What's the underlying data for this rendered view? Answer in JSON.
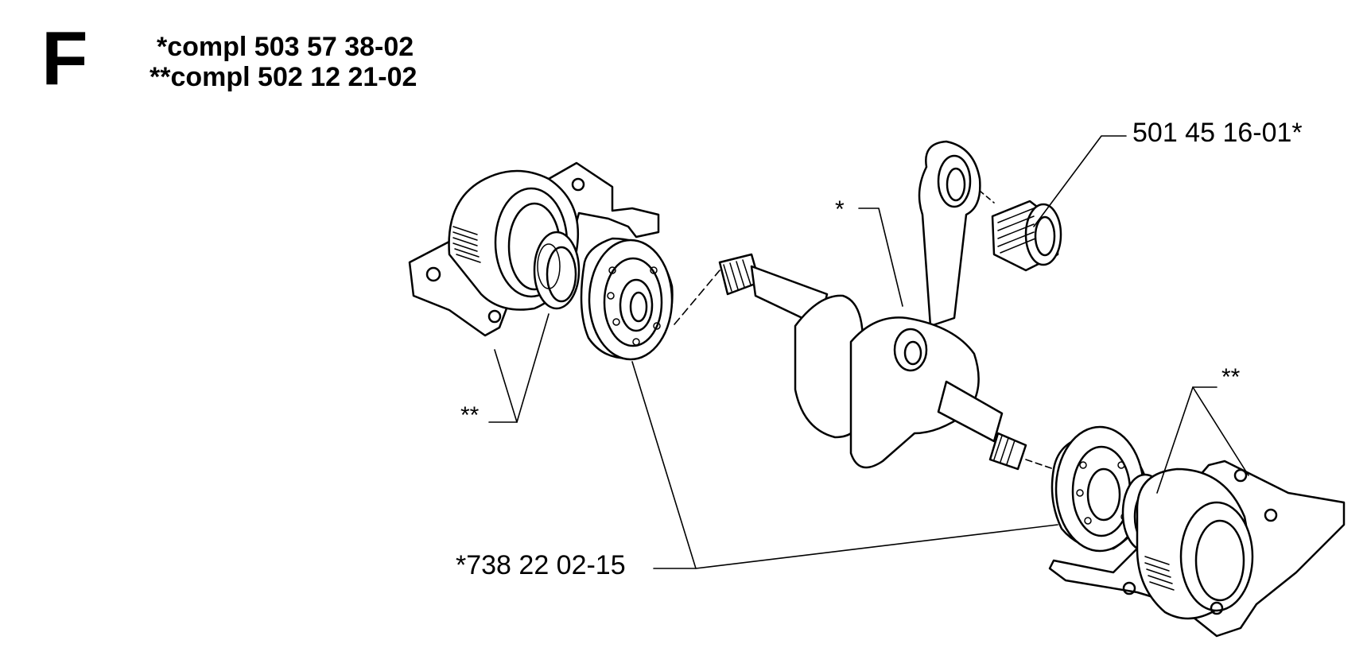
{
  "sheet": {
    "letter": "F",
    "kits": [
      {
        "label": "*compl 503 57 38-02"
      },
      {
        "label": "**compl 502 12 21-02"
      }
    ]
  },
  "callouts": {
    "needle_bearing": "501 45 16-01*",
    "crankshaft": "*",
    "left_seal_group": "**",
    "right_seal_group": "**",
    "ball_bearing": "*738 22 02-15"
  }
}
